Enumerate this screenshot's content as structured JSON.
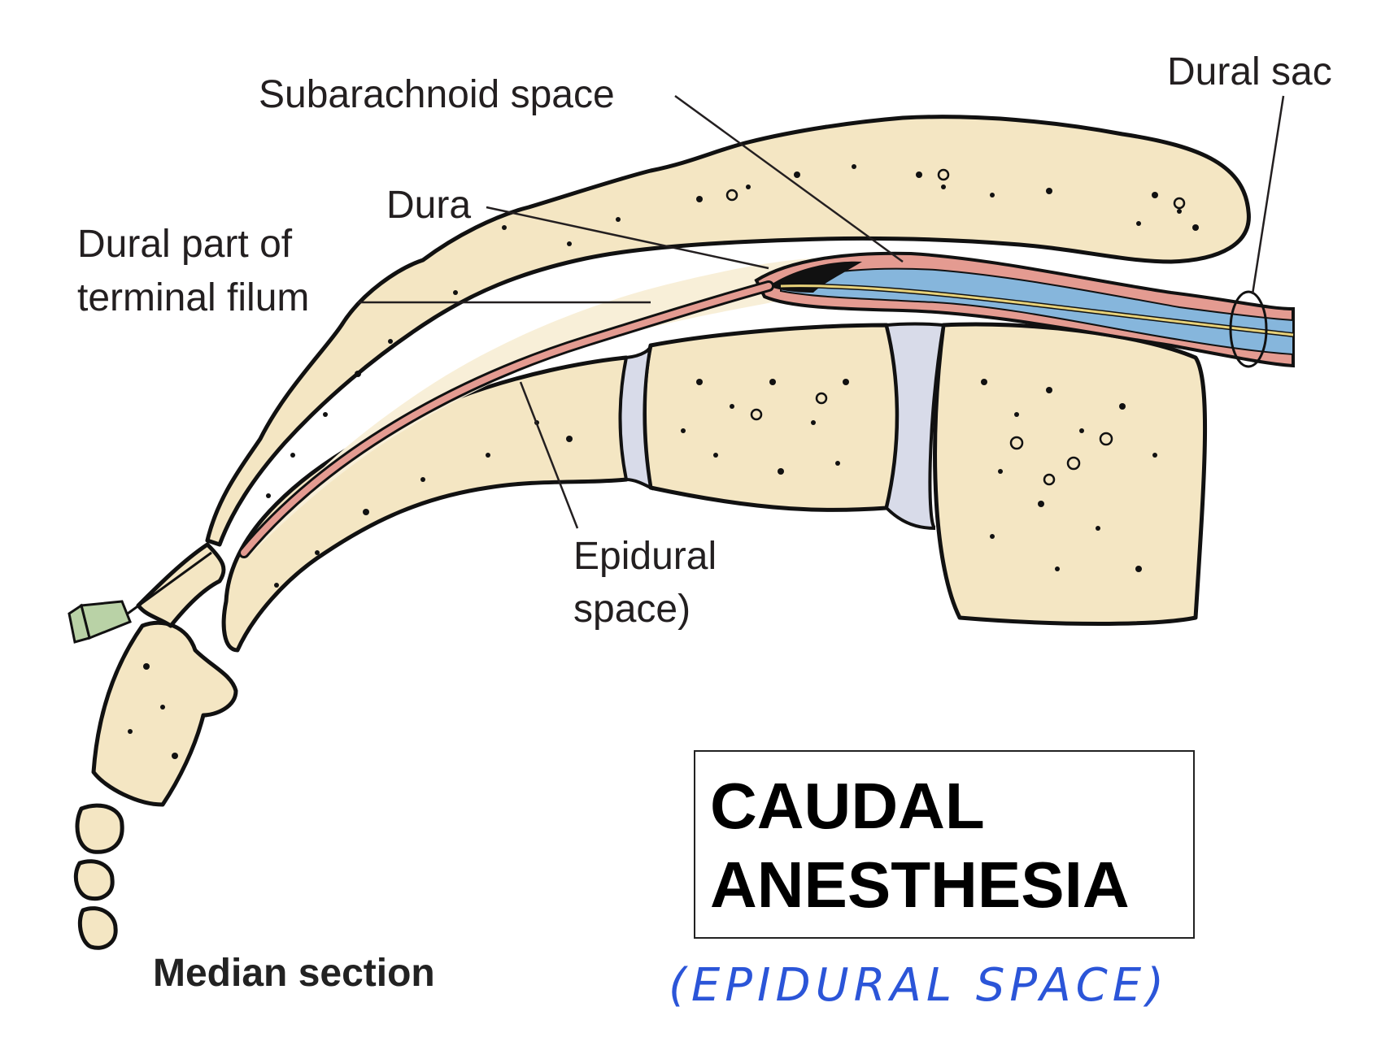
{
  "labels": {
    "subarachnoid_space": "Subarachnoid space",
    "dural_sac": "Dural sac",
    "dura": "Dura",
    "dural_part_line1": "Dural part of",
    "dural_part_line2": "terminal filum",
    "epidural_line1": "Epidural",
    "epidural_line2": "space)",
    "median_section": "Median section"
  },
  "title_box": {
    "line1": "CAUDAL",
    "line2": "ANESTHESIA"
  },
  "handwritten_note": "(EPIDURAL SPACE)",
  "colors": {
    "bone": "#f4e6c3",
    "disc": "#d8dbe9",
    "dura": "#e49b91",
    "csf": "#86b6dc",
    "filum": "#e8d27a",
    "handwriting": "#2b55d8"
  }
}
